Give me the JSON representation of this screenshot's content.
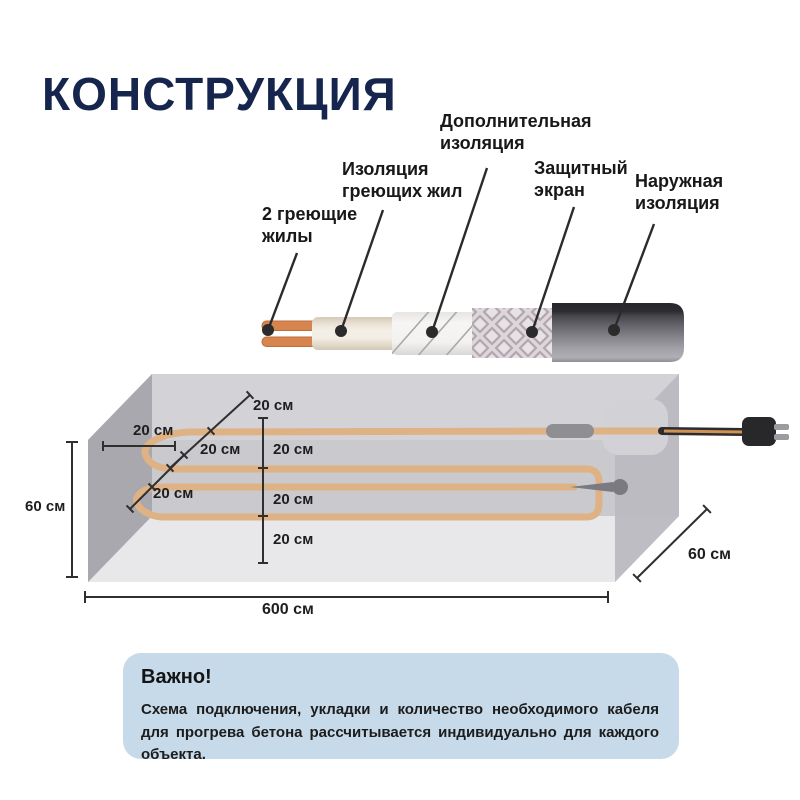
{
  "page": {
    "title": "КОНСТРУКЦИЯ"
  },
  "cable": {
    "labels": {
      "cores": "2 греющие\nжилы",
      "core_insulation": "Изоляция\nгреющих жил",
      "additional_insulation": "Дополнительная\nизоляция",
      "shield": "Защитный\nэкран",
      "outer_insulation": "Наружная\nизоляция"
    }
  },
  "layout_diagram": {
    "spacing_labels": [
      "20 см",
      "20 см",
      "20 см",
      "20 см",
      "20 см",
      "20 см",
      "20 см"
    ],
    "height_label": "60 см",
    "length_label": "600 см",
    "width_label": "60 см"
  },
  "note": {
    "title": "Важно!",
    "body": "Схема подключения, укладки и количество необходимого кабеля для прогрева бетона рассчитывается индивидуально для каждого объекта."
  },
  "colors": {
    "title_navy": "#16254d",
    "heating_cable_tan": "#dfb285",
    "copper_core": "#d6854e",
    "note_background": "#c7dae9",
    "concrete_top": "#d3d3d7",
    "concrete_left_wall": "#a8a8ae",
    "concrete_right_wall": "#b9b9bf",
    "concrete_floor": "#e8e8eb"
  }
}
